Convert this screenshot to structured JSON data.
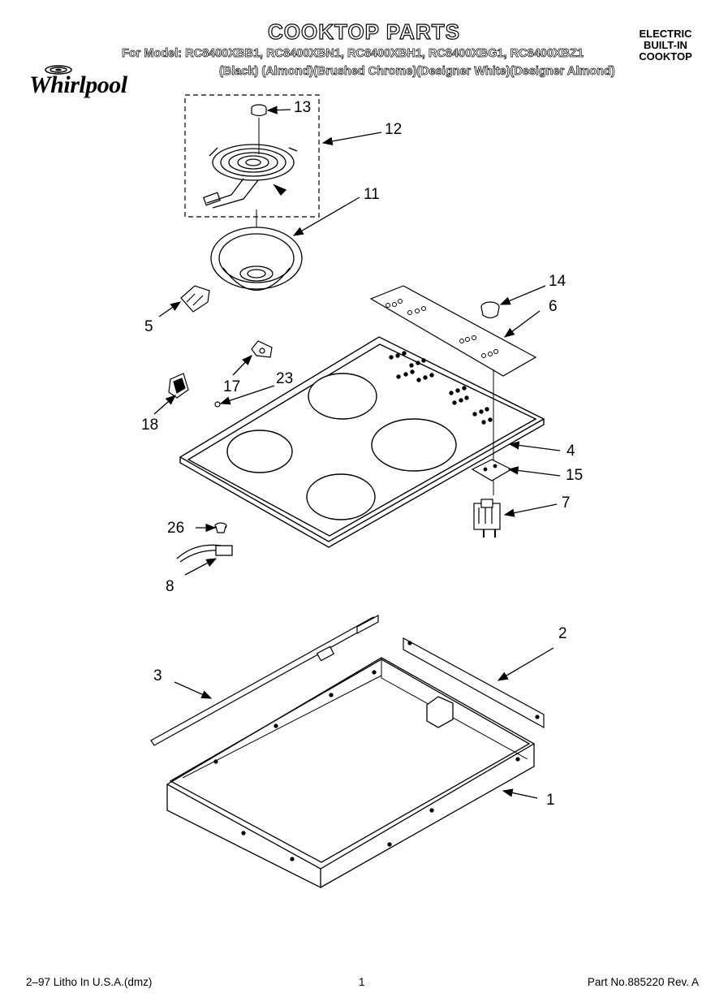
{
  "header": {
    "title": "COOKTOP PARTS",
    "models": "For Model: RC8400XBB1, RC8400XBN1, RC8400XBH1, RC8400XBG1, RC8400XBZ1",
    "finishes": "(Black)    (Almond)(Brushed Chrome)(Designer White)(Designer Almond)",
    "type_lines": [
      "ELECTRIC",
      "BUILT-IN",
      "COOKTOP"
    ]
  },
  "brand": {
    "logo_text": "Whirlpool"
  },
  "callouts": [
    {
      "id": "c13",
      "label": "13"
    },
    {
      "id": "c12",
      "label": "12"
    },
    {
      "id": "c11",
      "label": "11"
    },
    {
      "id": "c14",
      "label": "14"
    },
    {
      "id": "c6",
      "label": "6"
    },
    {
      "id": "c5",
      "label": "5"
    },
    {
      "id": "c17",
      "label": "17"
    },
    {
      "id": "c23",
      "label": "23"
    },
    {
      "id": "c18",
      "label": "18"
    },
    {
      "id": "c4",
      "label": "4"
    },
    {
      "id": "c15",
      "label": "15"
    },
    {
      "id": "c7",
      "label": "7"
    },
    {
      "id": "c26",
      "label": "26"
    },
    {
      "id": "c8",
      "label": "8"
    },
    {
      "id": "c2",
      "label": "2"
    },
    {
      "id": "c3",
      "label": "3"
    },
    {
      "id": "c1",
      "label": "1"
    }
  ],
  "footer": {
    "left": "2–97 Litho In U.S.A.(dmz)",
    "page": "1",
    "right": "Part No.885220 Rev. A"
  }
}
